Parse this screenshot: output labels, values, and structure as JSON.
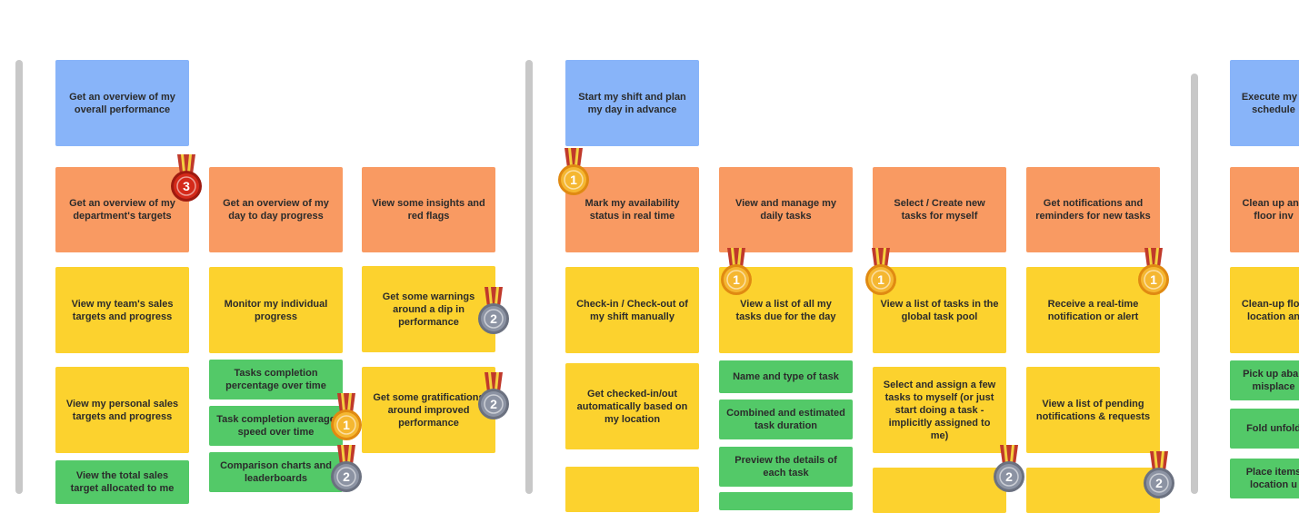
{
  "colors": {
    "blue": "#88b4f9",
    "orange": "#f99a62",
    "yellow": "#fcd22e",
    "green": "#53c968",
    "divider": "#c8c8c8",
    "gold": "#f5b731",
    "silver": "#8c93a3",
    "bronze": "#d42a1a"
  },
  "section1": {
    "goal": "Get an overview of my overall performance",
    "col1": {
      "header": "Get an overview of my department's targets",
      "items": [
        "View my team's sales targets and progress",
        "View my personal sales targets and progress"
      ],
      "sub": [
        "View the total sales target allocated to me"
      ]
    },
    "col2": {
      "header": "Get an overview of my day to day progress",
      "items": [
        "Monitor my individual progress"
      ],
      "sub": [
        "Tasks completion percentage over time",
        "Task completion average speed over time",
        "Comparison charts and leaderboards"
      ]
    },
    "col3": {
      "header": "View some insights and red flags",
      "items": [
        "Get some warnings around a dip in performance",
        "Get some gratifications around improved performance"
      ]
    }
  },
  "section2": {
    "goal": "Start my shift and plan my day in advance",
    "col1": {
      "header": "Mark my availability status in real time",
      "items": [
        "Check-in / Check-out of my shift manually",
        "Get checked-in/out automatically based on my location"
      ]
    },
    "col2": {
      "header": "View and manage my daily tasks",
      "items": [
        "View a list of all my tasks due for the day"
      ],
      "sub": [
        "Name and type of task",
        "Combined and estimated task duration",
        "Preview the details of each task"
      ]
    },
    "col3": {
      "header": "Select / Create new tasks for myself",
      "items": [
        "View a list of tasks in the global task pool",
        "Select and assign a few tasks to myself (or just start doing a task - implicitly assigned to me)"
      ]
    },
    "col4": {
      "header": "Get notifications and reminders for new tasks",
      "items": [
        "Receive a real-time notification or alert",
        "View a list of pending notifications & requests"
      ]
    }
  },
  "section3": {
    "goal": "Execute my c schedule",
    "header": "Clean up and floor inv",
    "items": [
      "Clean-up floo location an"
    ],
    "sub": [
      "Pick up aban misplace",
      "Fold unfold",
      "Place items location u"
    ]
  },
  "medals": {
    "m1": "3",
    "m2": "2",
    "m3": "2",
    "m4": "1",
    "m5": "2",
    "m6": "1",
    "m7": "1",
    "m8": "1",
    "m9": "1",
    "m10": "2",
    "m11": "2"
  }
}
